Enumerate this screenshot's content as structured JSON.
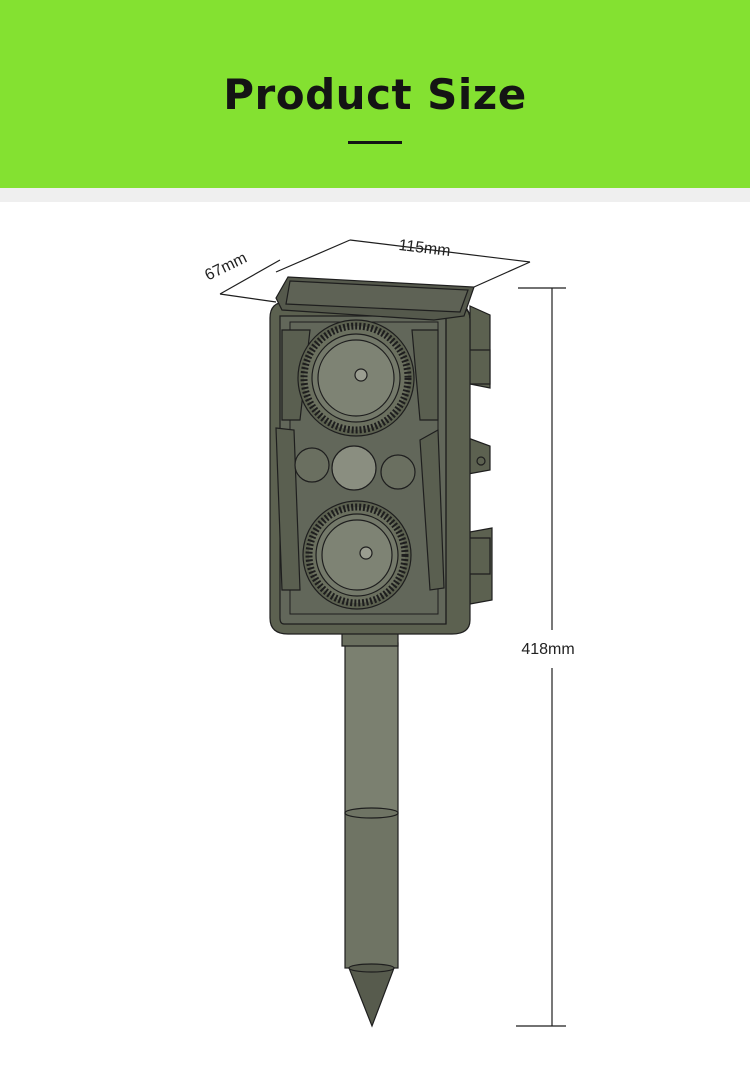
{
  "header": {
    "title": "Product Size",
    "background_color": "#84e131"
  },
  "dimensions": {
    "width": "115mm",
    "depth": "67mm",
    "height": "418mm"
  },
  "device": {
    "color": "#5c6150",
    "solar_panel_color": "#55594c"
  }
}
